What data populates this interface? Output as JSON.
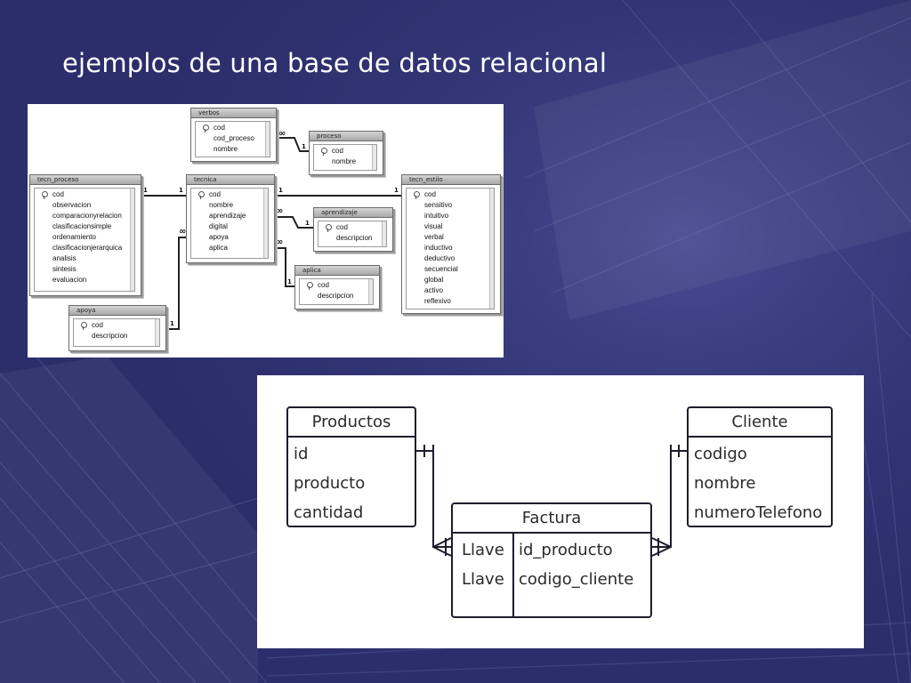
{
  "slide": {
    "title": "ejemplos de una base de datos relacional"
  },
  "diagram1": {
    "tables": {
      "verbos": {
        "name": "verbos",
        "fields": [
          "cod",
          "cod_proceso",
          "nombre"
        ]
      },
      "proceso": {
        "name": "proceso",
        "fields": [
          "cod",
          "nombre"
        ]
      },
      "tecn_proceso": {
        "name": "tecn_proceso",
        "fields": [
          "cod",
          "observacion",
          "comparacionyrelacion",
          "clasificacionsimple",
          "ordenamiento",
          "clasificacionjerarquica",
          "analisis",
          "sintesis",
          "evaluacion"
        ]
      },
      "tecnica": {
        "name": "tecnica",
        "fields": [
          "cod",
          "nombre",
          "aprendizaje",
          "digital",
          "apoya",
          "aplica"
        ]
      },
      "tecn_estilo": {
        "name": "tecn_estilo",
        "fields": [
          "cod",
          "sensitivo",
          "intuitivo",
          "visual",
          "verbal",
          "inductivo",
          "deductivo",
          "secuencial",
          "global",
          "activo",
          "reflexivo"
        ]
      },
      "aprendizaje": {
        "name": "aprendizaje",
        "fields": [
          "cod",
          "descripcion"
        ]
      },
      "aplica": {
        "name": "aplica",
        "fields": [
          "cod",
          "descripcion"
        ]
      },
      "apoya": {
        "name": "apoya",
        "fields": [
          "cod",
          "descripcion"
        ]
      }
    },
    "cardinality": {
      "one": "1",
      "many": "∞"
    }
  },
  "diagram2": {
    "productos": {
      "name": "Productos",
      "fields": [
        "id",
        "producto",
        "cantidad"
      ]
    },
    "cliente": {
      "name": "Cliente",
      "fields": [
        "codigo",
        "nombre",
        "numeroTelefono"
      ]
    },
    "factura": {
      "name": "Factura",
      "rows": [
        {
          "key": "Llave",
          "field": "id_producto"
        },
        {
          "key": "Llave",
          "field": "codigo_cliente"
        }
      ]
    }
  }
}
